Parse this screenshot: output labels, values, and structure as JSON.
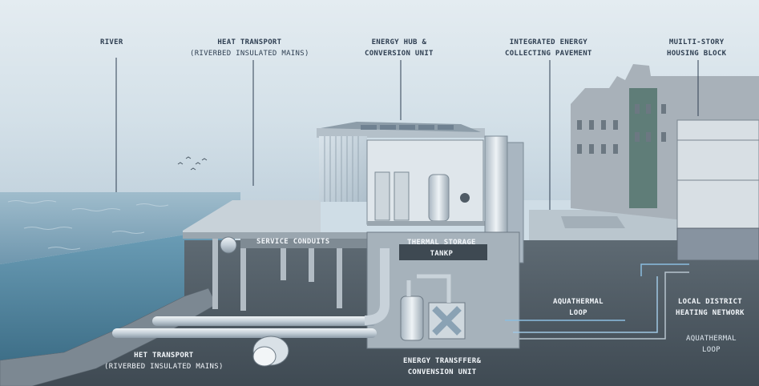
{
  "labels": {
    "river": "RIVER",
    "heat_transport_top": "HEAT TRANSPORT",
    "heat_transport_top_sub": "(RIVERBED INSULATED MAINS)",
    "energy_hub_1": "ENERGY HUB &",
    "energy_hub_2": "CONVERSION UNIT",
    "pavement_1": "INTEGRATED ENERGY",
    "pavement_2": "COLLECTING PAVEMENT",
    "housing_1": "MUILTI-STORY",
    "housing_2": "HOUSING BLOCK",
    "service_conduits": "SERVICE CONDUITS",
    "thermal_storage_1": "THERMAL STORAGE",
    "thermal_storage_2": "TANKP",
    "aquathermal_loop_1": "AQUATHERMAL",
    "aquathermal_loop_2": "LOOP",
    "district_1": "LOCAL DISTRICT",
    "district_2": "HEATING NETWORK",
    "aquathermal_loop_b1": "AQUATHERMAL",
    "aquathermal_loop_b2": "LOOP",
    "het_transport": "HET TRANSPORT",
    "het_transport_sub": "(RIVERBED INSULATED MAINS)",
    "energy_transfer_1": "ENERGY TRANSFFER&",
    "energy_transfer_2": "CONVENSION UNIT"
  },
  "colors": {
    "sky": "#d6e2ea",
    "water": "#8fb3c7",
    "ground": "#4f5a63",
    "pipe": "#c8d3db",
    "accent_pipe": "#9cc3dc",
    "leader": "#2f3f52"
  }
}
